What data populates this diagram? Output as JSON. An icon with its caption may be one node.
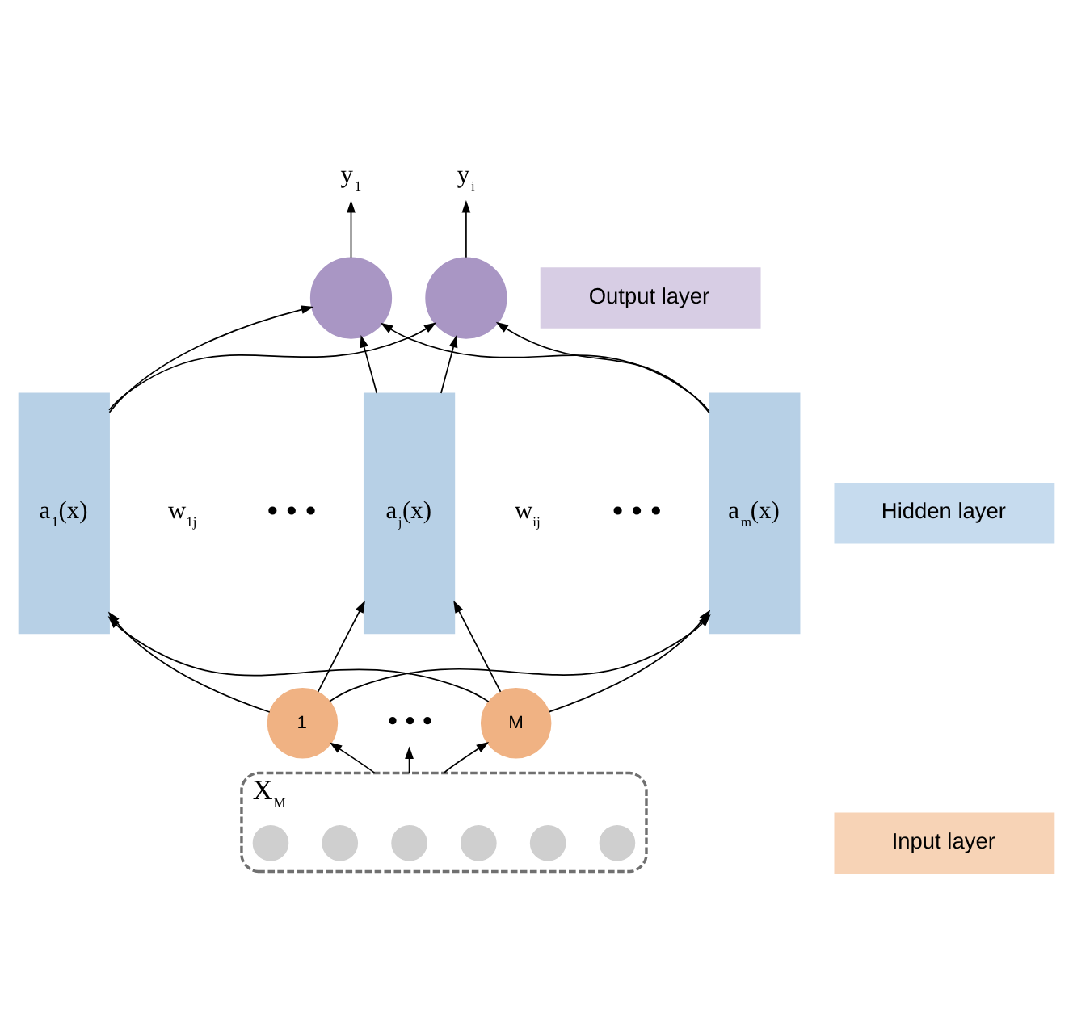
{
  "diagram": {
    "nodes": [
      {
        "text": [
          "y$_{1}$"
        ]
      },
      {
        "text": [
          "y$_{i}$"
        ]
      },
      {
        "text": [],
        "shape": "circle"
      },
      {
        "text": [],
        "shape": "circle"
      },
      {
        "text": [
          "Output layer"
        ]
      },
      {
        "text": [
          "a$_{1}$(x)"
        ]
      },
      {
        "text": [
          "a$_{j}$(x)"
        ]
      },
      {
        "text": [
          "a$_{m}$(x)"
        ]
      },
      {
        "text": [
          "Hidden layer"
        ]
      },
      {
        "text": [
          "1"
        ]
      },
      {
        "text": [
          "• • •"
        ]
      },
      {
        "text": [
          "M"
        ]
      },
      {
        "text": [
          "X$_{M}$"
        ]
      },
      {
        "text": [],
        "shape": "circle",
        "in": 12
      },
      {
        "text": [],
        "shape": "circle",
        "in": 12
      },
      {
        "text": [],
        "shape": "circle",
        "in": 12
      },
      {
        "text": [],
        "shape": "circle",
        "in": 12
      },
      {
        "text": [],
        "shape": "circle",
        "in": 12
      },
      {
        "text": [],
        "shape": "circle",
        "in": 12
      },
      {
        "text": [
          "Input layer"
        ]
      }
    ],
    "edges": [
      {
        "from": 2,
        "to": 0,
        "arrow": "to"
      },
      {
        "from": 3,
        "to": 1,
        "arrow": "to"
      },
      {
        "from": 5,
        "to": 2,
        "arrow": "to"
      },
      {
        "from": 5,
        "to": 3,
        "arrow": "to"
      },
      {
        "from": 6,
        "to": 2,
        "arrow": "to"
      },
      {
        "from": 6,
        "to": 3,
        "arrow": "to"
      },
      {
        "from": 7,
        "to": 2,
        "arrow": "to"
      },
      {
        "from": 7,
        "to": 3,
        "arrow": "to"
      },
      {
        "from": 9,
        "to": 5,
        "arrow": "to"
      },
      {
        "from": 9,
        "to": 6,
        "arrow": "to"
      },
      {
        "from": 9,
        "to": 7,
        "arrow": "to"
      },
      {
        "from": 11,
        "to": 5,
        "arrow": "to"
      },
      {
        "from": 11,
        "to": 6,
        "arrow": "to"
      },
      {
        "from": 11,
        "to": 7,
        "arrow": "to"
      },
      {
        "from": 12,
        "to": 9,
        "arrow": "to"
      },
      {
        "from": 12,
        "to": 10,
        "arrow": "to"
      },
      {
        "from": 12,
        "to": 11,
        "arrow": "to"
      }
    ],
    "labels": [
      "w$_{1j}$",
      "w$_{ij}$",
      "• • •",
      "• • •"
    ]
  }
}
